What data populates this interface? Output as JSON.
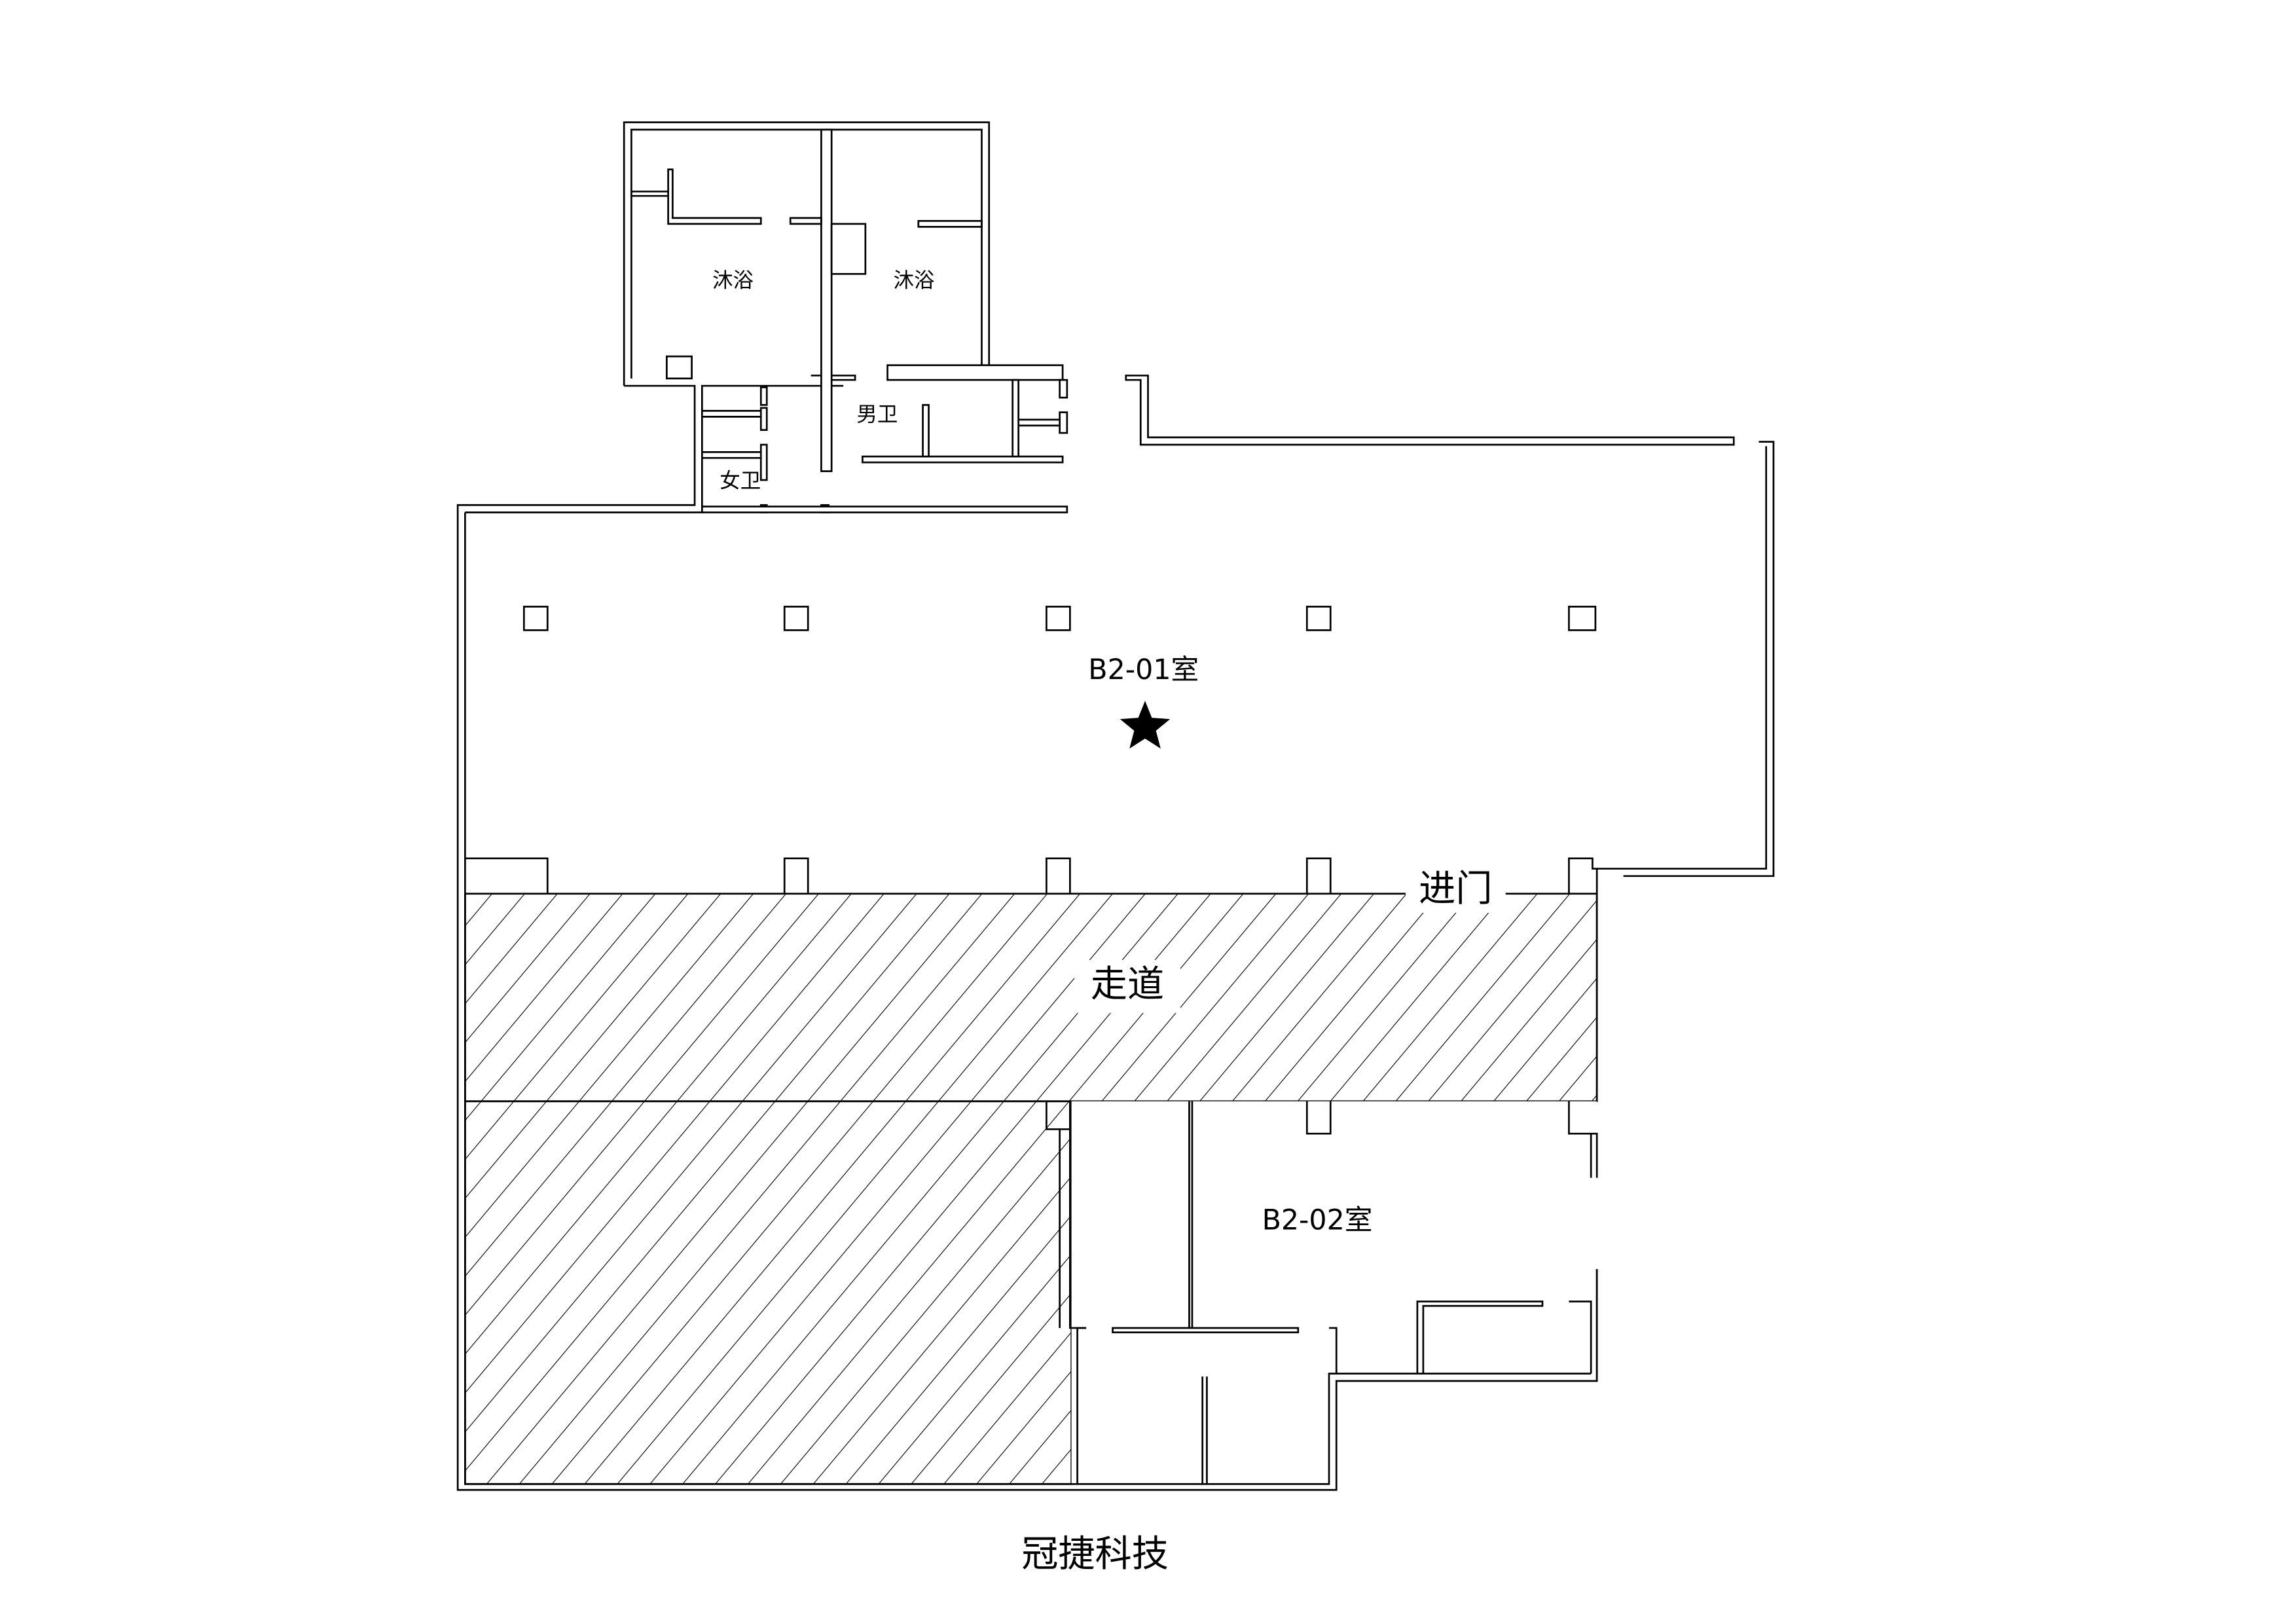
{
  "labels": {
    "shower_left": "沐浴",
    "shower_right": "沐浴",
    "mens_restroom": "男卫",
    "womens_restroom": "女卫",
    "room_b2_01": "B2-01室",
    "entrance": "进门",
    "corridor": "走道",
    "room_b2_02": "B2-02室",
    "company": "冠捷科技"
  },
  "colors": {
    "line": "#000000",
    "background": "#ffffff"
  }
}
